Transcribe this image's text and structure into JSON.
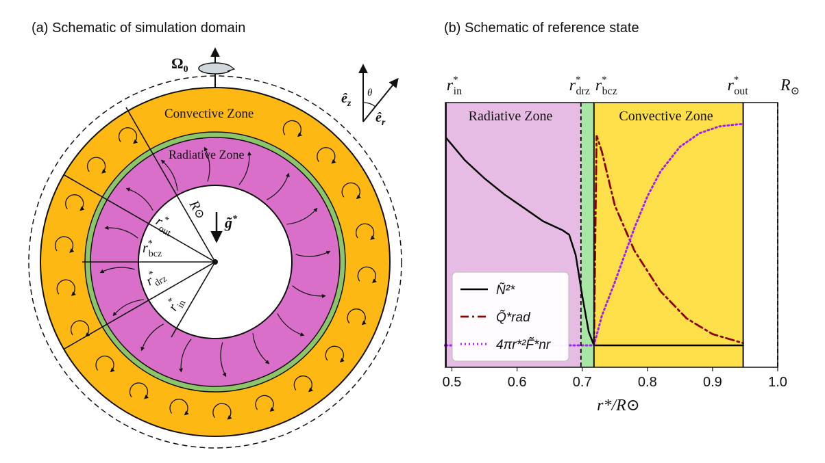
{
  "panel_a": {
    "title": "(a) Schematic of simulation domain",
    "rotation_label": "Ω",
    "rotation_sub": "0",
    "convective_zone_label": "Convective Zone",
    "radiative_zone_label": "Radiative Zone",
    "gravity_label": "g̃",
    "gravity_sup": "*",
    "unit_vectors": {
      "ez": "ê",
      "ez_sub": "z",
      "er": "ê",
      "er_sub": "r",
      "theta": "θ"
    },
    "radii_labels": {
      "r_sun": "R",
      "r_sun_sym": "⊙",
      "r_out": "r",
      "r_out_sub": "out",
      "r_bcz": "r",
      "r_bcz_sub": "bcz",
      "r_drz": "r",
      "r_drz_sub": "drz",
      "r_in": "r",
      "r_in_sub": "in",
      "star": "*"
    },
    "colors": {
      "convective": "#FDB813",
      "radiative": "#D96FC8",
      "interface": "#8DC56A"
    }
  },
  "panel_b": {
    "title": "(b) Schematic of reference state",
    "top_labels": [
      {
        "base": "r",
        "sub": "in",
        "sup": "*"
      },
      {
        "base": "r",
        "sub": "drz",
        "sup": "*"
      },
      {
        "base": "r",
        "sub": "bcz",
        "sup": "*"
      },
      {
        "base": "r",
        "sub": "out",
        "sup": "*"
      },
      {
        "base": "R",
        "sub": "⊙",
        "sup": ""
      }
    ],
    "region_labels": {
      "radiative": "Radiative Zone",
      "convective": "Convective Zone"
    },
    "legend": [
      {
        "label": "Ñ²*",
        "style": "solid",
        "color": "#000000"
      },
      {
        "label": "Q̃*rad",
        "style": "dashdot",
        "color": "#8B0000"
      },
      {
        "label": "4πr*²F̃*nr",
        "style": "dotted",
        "color": "#A020F0"
      }
    ],
    "colors": {
      "radiative": "#E6BCE4",
      "interface": "#A8E6A3",
      "convective": "#FDDF4A"
    }
  },
  "chart_data": {
    "type": "line",
    "xlabel": "r*/R⊙",
    "ylabel": "",
    "xlim": [
      0.49,
      1.0
    ],
    "ylim": [
      0,
      1
    ],
    "x_ticks": [
      "0.5",
      "0.6",
      "0.7",
      "0.8",
      "0.9",
      "1.0"
    ],
    "x_tick_values": [
      0.5,
      0.6,
      0.7,
      0.8,
      0.9,
      1.0
    ],
    "boundaries": {
      "r_in": 0.491,
      "r_drz": 0.698,
      "r_bcz": 0.718,
      "r_out": 0.947,
      "R_sun": 1.0
    },
    "grid": false,
    "legend_position": "lower-left",
    "series": [
      {
        "name": "Ñ²*",
        "x": [
          0.491,
          0.52,
          0.55,
          0.58,
          0.61,
          0.64,
          0.67,
          0.68,
          0.69,
          0.7,
          0.71,
          0.718,
          0.72,
          0.947
        ],
        "y": [
          0.92,
          0.82,
          0.74,
          0.67,
          0.61,
          0.55,
          0.51,
          0.49,
          0.4,
          0.22,
          0.06,
          0.0,
          0.0,
          0.0
        ]
      },
      {
        "name": "Q̃*rad",
        "x": [
          0.718,
          0.722,
          0.73,
          0.75,
          0.78,
          0.82,
          0.86,
          0.9,
          0.947
        ],
        "y": [
          0.0,
          0.93,
          0.86,
          0.62,
          0.42,
          0.24,
          0.12,
          0.05,
          0.01
        ]
      },
      {
        "name": "4πr*²F̃*nr",
        "x": [
          0.491,
          0.718,
          0.73,
          0.75,
          0.78,
          0.8,
          0.82,
          0.85,
          0.88,
          0.91,
          0.94,
          0.947
        ],
        "y": [
          0.0,
          0.0,
          0.13,
          0.28,
          0.52,
          0.66,
          0.77,
          0.88,
          0.94,
          0.97,
          0.98,
          0.98
        ]
      }
    ]
  }
}
